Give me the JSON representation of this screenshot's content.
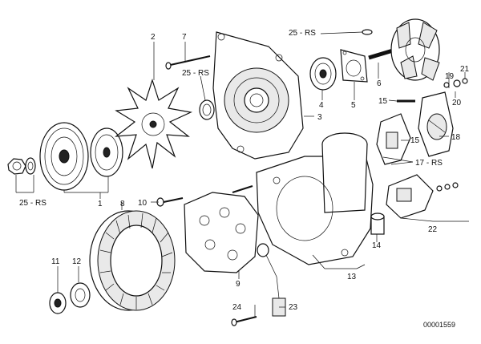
{
  "diagram": {
    "reference_number": "00001559",
    "callouts": {
      "c1": "1",
      "c2": "2",
      "c3": "3",
      "c4": "4",
      "c5": "5",
      "c6": "6",
      "c7": "7",
      "c8": "8",
      "c9": "9",
      "c10": "10",
      "c11": "11",
      "c12": "12",
      "c13": "13",
      "c14": "14",
      "c15a": "15",
      "c15b": "15",
      "c17": "17 - RS",
      "c18": "18",
      "c19": "19",
      "c20": "20",
      "c21": "21",
      "c22": "22",
      "c23": "23",
      "c24": "24",
      "c25a": "25 - RS",
      "c25b": "25 - RS",
      "c25c": "25 - RS"
    }
  }
}
